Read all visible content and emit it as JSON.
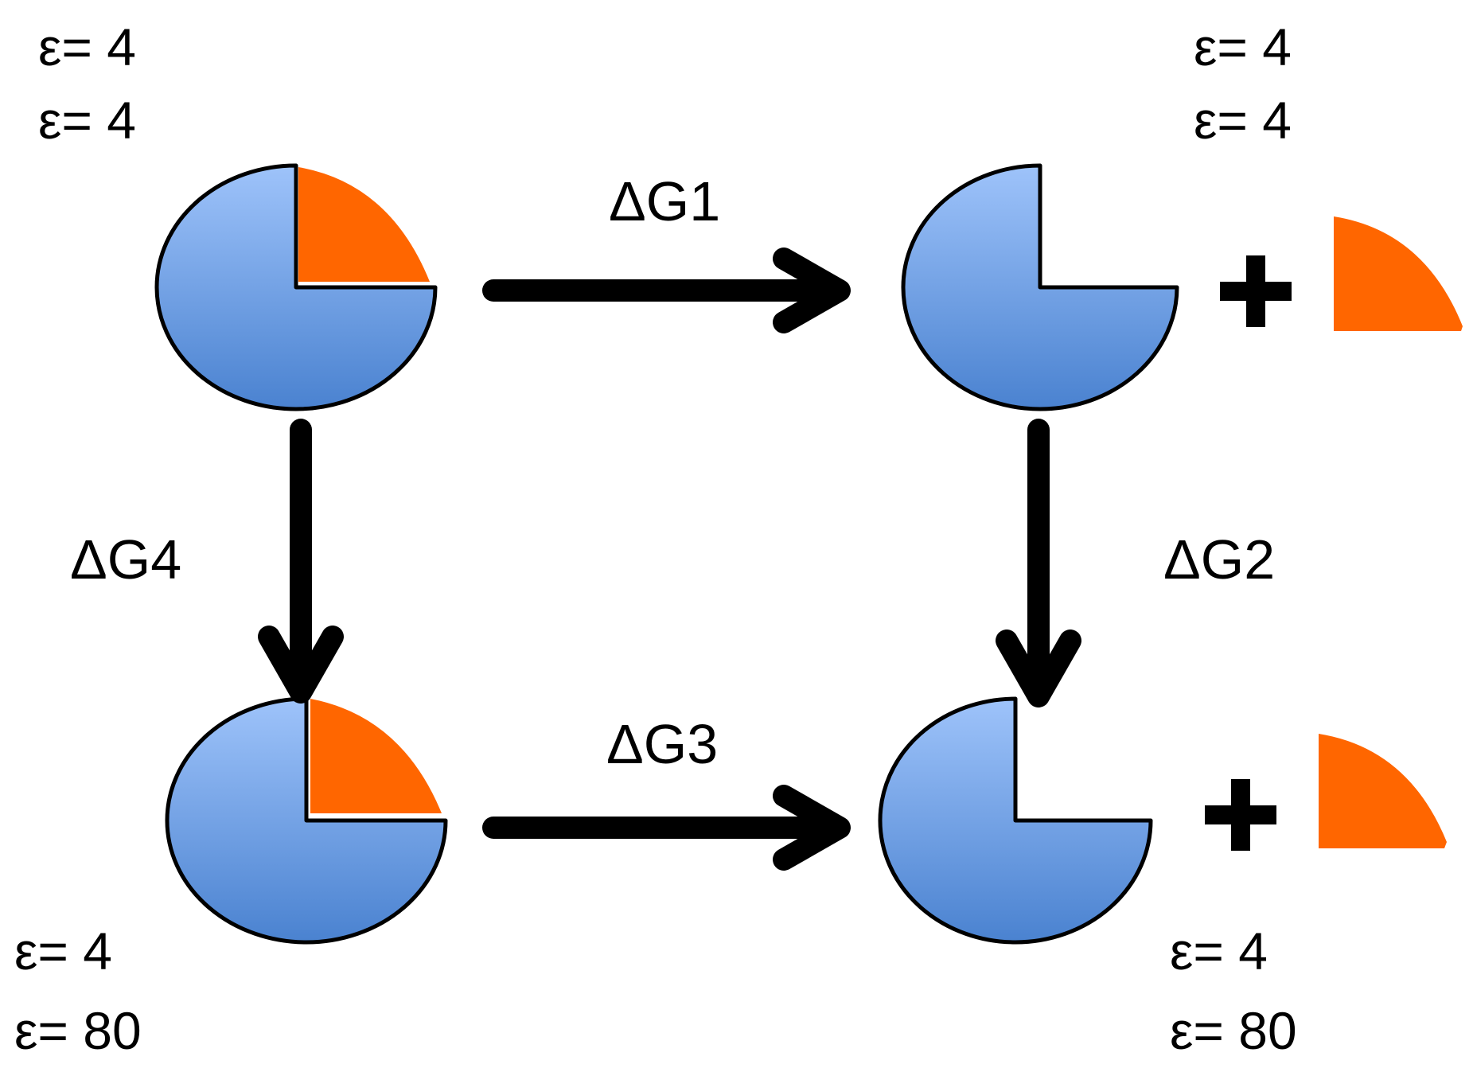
{
  "colors": {
    "protein_fill_top": "#9ec3fa",
    "protein_fill_bottom": "#4a82d0",
    "ligand": "#ff6600",
    "outline": "#000000",
    "arrow": "#000000"
  },
  "states": {
    "complex_gas": {
      "eps_1": "ε= 4",
      "eps_2": "ε= 4"
    },
    "separated_gas": {
      "eps_1": "ε= 4",
      "eps_2": "ε= 4"
    },
    "complex_solvent": {
      "eps_1": "ε= 4",
      "eps_2": "ε= 80"
    },
    "separated_solvent": {
      "eps_1": "ε= 4",
      "eps_2": "ε= 80"
    }
  },
  "edges": {
    "dg1": "ΔG1",
    "dg2": "ΔG2",
    "dg3": "ΔG3",
    "dg4": "ΔG4"
  }
}
